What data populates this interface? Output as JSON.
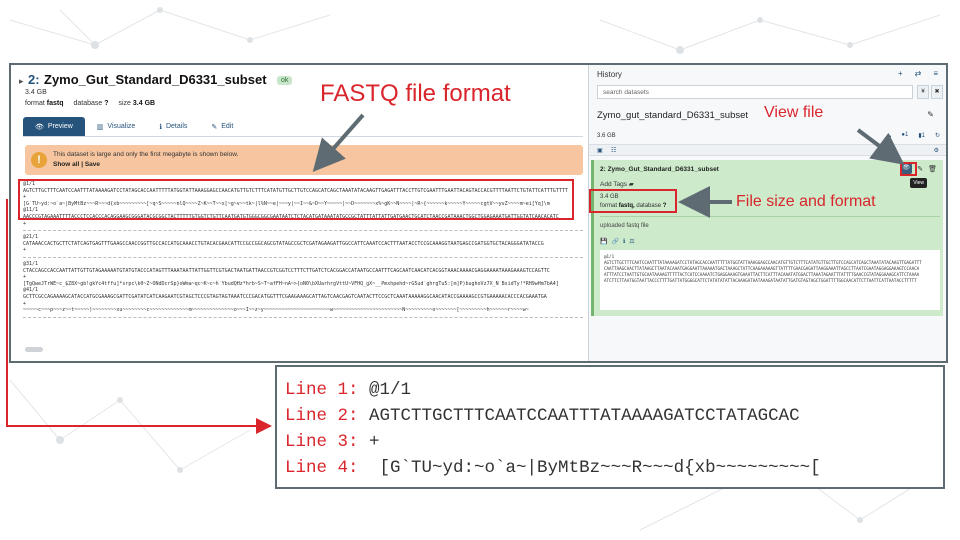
{
  "dataset": {
    "toggle": "▸",
    "hid": "2:",
    "name": "Zymo_Gut_Standard_D6331_subset",
    "status": "ok",
    "size": "3.4 GB",
    "format_label": "format",
    "format": "fastq",
    "database_label": "database",
    "database": "?",
    "size_label": "size",
    "size_value": "3.4 GB",
    "tabs": [
      {
        "label": "Preview",
        "icon": "eye-icon",
        "glyph": "👁"
      },
      {
        "label": "Visualize",
        "icon": "chart-icon",
        "glyph": "▥"
      },
      {
        "label": "Details",
        "icon": "info-icon",
        "glyph": "ℹ"
      },
      {
        "label": "Edit",
        "icon": "pencil-icon",
        "glyph": "✎"
      }
    ],
    "warning": "This dataset is large and only the first megabyte is shown below.",
    "show_all": "Show all",
    "link_sep": "|",
    "save": "Save",
    "sequence_blocks": [
      [
        "@1/1",
        "AGTCTTGCTTTCAATCCAATTTATAAAAGATCCTATAGCACCAATTTTTATGGTATTAAAGGAGCCAACATGTTGTCTTTCATATGTTGCTTGTCCAGCATCAGCTAAATATACAAGTTGAGATTTACCTTGTCGAATTTGAATTACAGTACCACGTTTTAATTCTGTATTCATTTGTTTT",
        "+",
        "[G`TU~yd:~o`a~|ByMtBz~~~R~~~d{xb~~~~~~~~~[~q~S~~~~~nlQ~~~~Z~K~~T~~x[~g~v~~tk~|l%N~~e|~~~y|~~I~~&~D~~Y~~~~~|~~D~~~~~~~x%~gK~~N~~~~|~R~{~~~~~~k~~~~~Y~~~~~cgtV~~yvZ~~~~m~ei[Yq]\\m",
        "@11/1",
        "AACCCGTAGAAATTTTACCCTCCACCCACAGGAAGCGGGATACGCGGCTACTTTTTGTGGTCTGTTCAATGATGTGGGCGGCGAATAATCTCTACATGATAAATATGCCGCTATTTATTATTGATGAACTGCATCTAACCGATAAACTGGCTGGAGAAATGATTGGTATCAACACATC",
        "+"
      ],
      [
        "@21/1",
        "CATAAACCACTGCTTCTATCAGTGAGTTTGAAGCCAACCGGTTGCCACCATGCAAACCTGTACACGAACATTCCGCCGGCAGCGTATAGCCGCTCGATAGAAGATTGGCCATTCAAATCCACTTTAATACCTCCGCAAAGGTAATGAGCCGATGGTGCTACAGGGATATACCG",
        "+"
      ],
      [
        "@31/1",
        "CTACCAGCCACCAATTATTGTTGTAGAAAAATGTATGTACCCATAGTTTAAATAATTATTGGTTCGTGACTAATGATTAACCGTCGGTCCTTTCTTGATCTCACGGACCATAATGCCAATTTCAGCAATCAACATCACGGTAAACAAAACGAGGAAAATAAAGAAAGTCCAGTTC",
        "+",
        "[TgQweJTrWE~c_$Z8X~gb!gkYc4tffu]*srpc\\k0~Z~ONdDcrSp}oWma~qc~K~c~h`YbudQHz*hrb~S~T~afFH~nA~>{oN0\\bXUarhrgVttU~VFHQ_gX~__Pmxhpehd~rG5ud`ghrgTu5:[m]P)bughoVz7X_N`BsidTy!*RH9wHm7bA4]",
        "@41/1",
        "GCTTCGCCAGAAAAGCATACCATGCGAAAGCGATTCGATATCATCAAGAATCGTAGCTCCCGTAGTAGTAAATCCCGACATGGTTTCGAAGAAAGCATTAGTCAACGAGTCAATACTTCCGCTCAAATAAAAAGGCAACATACCGAAAAGCCGTGAAAAACACCCACGAAATGA",
        "+",
        "~~~~~c~~~p~~~z~~t~~~~~)~~~~~~~~xu~~~~~~~~c~~~~~~~~~~~~~m~~~~~~~~~~~~~~o~~~I~~z~y~~~~~~~~~~~~~~~~~~~~~~w~~~~~~~~~~~~~~~~~~~~~~~N~~~~~~~~~o~~~~~~~[~~~~~~~~~h~~~~~~r~~~~w~"
      ]
    ]
  },
  "history": {
    "title": "History",
    "tools": [
      "+",
      "⇄",
      "≡"
    ],
    "search_placeholder": "search datasets",
    "search_buttons": [
      "¥",
      "✖"
    ],
    "name": "Zymo_gut_standard_D6331_subset",
    "pencil": "✎",
    "size": "3.6 GB",
    "counts": [
      "☁",
      "●1",
      "▮1",
      "↻"
    ],
    "bar_icons": [
      "▣",
      "☷",
      "⚙"
    ],
    "item": {
      "title": "2: Zymo_Gut_Standard_D6331_subset",
      "icons": [
        "👁",
        "✎",
        "🗑"
      ],
      "tooltip": "View",
      "add_tags": "Add Tags",
      "size": "3.4 GB",
      "format_label": "format",
      "format": "fastq,",
      "database_label": "database",
      "database": "?",
      "info": "uploaded fastq file",
      "actions": [
        "💾",
        "🔗",
        "ℹ",
        "⚖"
      ],
      "peek": [
        "@1/1",
        "AGTCTTGCTTTCAATCCAATTTATAAAAGATCCTATAGCACCAATTTTTATGGTATTAAAGGAGCCAACATGTTGTCTTTCATATGTTGCTTGTCCAGCATCAGCTAAATATACAAGTTGAGATTT",
        "CAATTAAGCAACTTATAAGCTTAATACAAATGAGGAATTAAAAATGACTAAAGCTATTCAAGAAAAAGTTATTTTGAACGAGATTAAGGAAATTAGCCTTAATCGAATAGGAGGAAAGTCCAACA",
        "ATTTATCCTAATTGTGCAATAAAAGTTTTTACTCATCCAAAATCTGAGGAAAGTGAAATTACTTCATTTACAAATATGGACTTAAATAGAATTTATTTTGAACCGTATAGGAAAGCATTCTAAAA",
        "ATCTTCTTAATGGTAATTACCCTTTTGATTATGGGGCATTCTATATATATTACAAAGATAATAAAGATAATATTGATGTAGTAGCTGGATTTTGGCAACATTCTTAATTCATTAATACCTTTTT"
      ]
    }
  },
  "annotations": {
    "fastq": "FASTQ file format",
    "view": "View file",
    "size": "File size and format"
  },
  "zoom": {
    "lines": [
      {
        "label": "Line 1:",
        "value": "@1/1"
      },
      {
        "label": "Line 2:",
        "value": "AGTCTTGCTTTCAATCCAATTTATAAAAGATCCTATAGCAC"
      },
      {
        "label": "Line 3:",
        "value": "+"
      },
      {
        "label": "Line 4:",
        "value": " [G`TU~yd:~o`a~|ByMtBz~~~R~~~d{xb~~~~~~~~~["
      }
    ]
  },
  "colors": {
    "accent": "#d9252b",
    "brand": "#25537b",
    "ok": "#c8e6c9",
    "item_bg": "#cdeacb",
    "warning_bg": "#f7c59f"
  }
}
